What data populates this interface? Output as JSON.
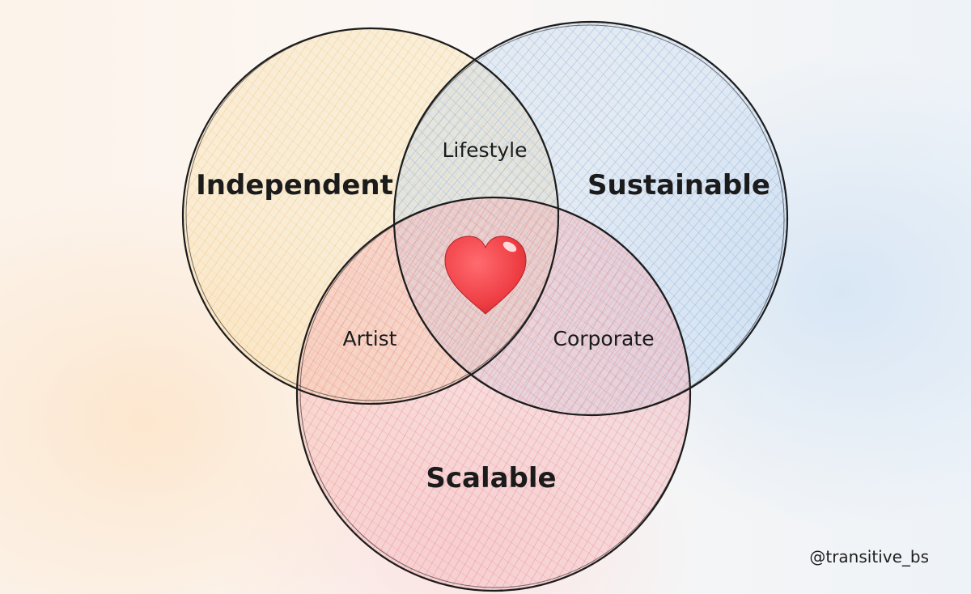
{
  "diagram": {
    "sets": [
      {
        "name": "Independent",
        "color": "#f2c879"
      },
      {
        "name": "Sustainable",
        "color": "#7fa9dc"
      },
      {
        "name": "Scalable",
        "color": "#ef7f86"
      }
    ],
    "regions": {
      "independent_sustainable": "Lifestyle",
      "independent_scalable": "Artist",
      "sustainable_scalable": "Corporate",
      "center_icon": "heart-icon"
    },
    "heart_color": "#f2464c"
  },
  "footer": {
    "handle": "@transitive_bs"
  }
}
